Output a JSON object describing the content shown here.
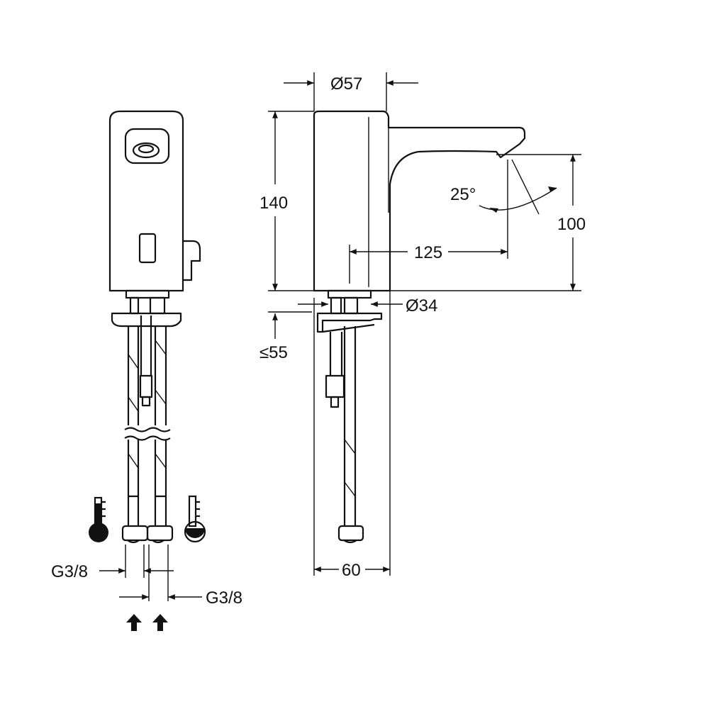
{
  "title": "Sensor basin tap dimension drawing",
  "dimensions": {
    "spout_diameter": "Ø57",
    "height": "140",
    "angle": "25°",
    "spout_height": "100",
    "projection": "125",
    "base_diameter": "Ø34",
    "max_deck_thickness": "≤55",
    "hose_spacing": "60",
    "connection_left": "G3/8",
    "connection_right": "G3/8"
  },
  "icons": [
    "hot-water-thermometer-icon",
    "cold-water-thermometer-icon",
    "flow-arrow-up-icon",
    "flow-arrow-up-icon"
  ]
}
